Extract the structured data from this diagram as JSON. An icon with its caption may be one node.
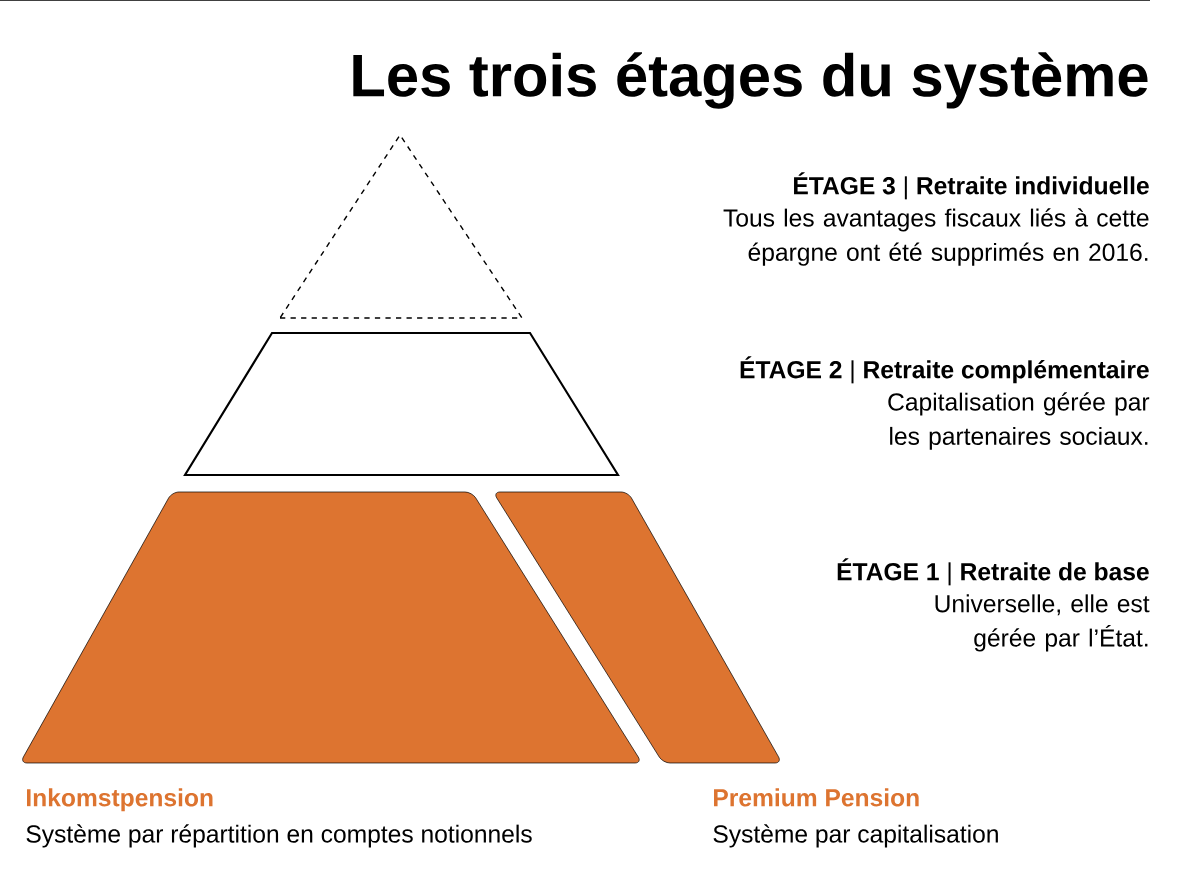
{
  "diagram": {
    "title": "Les trois étages du système",
    "nodes": [
      {
        "text": [],
        "shape": "triangle"
      },
      {
        "text": [],
        "shape": "trapezoid"
      },
      {
        "text": [],
        "shape": "trapezoid",
        "beside": [
          "Inkomstpension",
          "Système par répartition en comptes notionnels"
        ]
      },
      {
        "text": [],
        "shape": "trapezoid",
        "beside": [
          "Premium Pension",
          "Système par capitalisation"
        ]
      }
    ],
    "labels": [
      "**ÉTAGE 3** | **Retraite individuelle**",
      "Tous les avantages fiscaux liés à cette épargne ont été supprimés en 2016.",
      "**ÉTAGE 2** | **Retraite complémentaire**",
      "Capitalisation gérée par les partenaires sociaux.",
      "**ÉTAGE 1** | **Retraite de base**",
      "Universelle, elle est gérée par l’État."
    ]
  }
}
